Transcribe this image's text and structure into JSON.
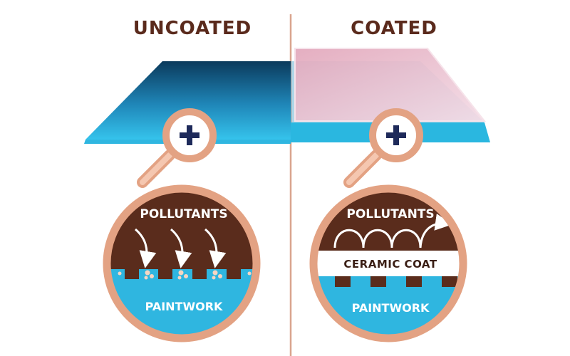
{
  "left": {
    "heading": "UNCOATED",
    "pollutants_label": "POLLUTANTS",
    "paintwork_label": "PAINTWORK"
  },
  "right": {
    "heading": "COATED",
    "pollutants_label": "POLLUTANTS",
    "coat_label": "CERAMIC COAT",
    "paintwork_label": "PAINTWORK"
  },
  "icons": {
    "magnifier": "magnifier-plus-icon",
    "arrow": "arrow-icon"
  },
  "colors": {
    "heading": "#5a2a1c",
    "panel_dark": "#0f4f74",
    "panel_light": "#2ab7e0",
    "coating": "#e8b7c8",
    "pollutant": "#5a2c1c",
    "paint": "#2fb6e0",
    "ring": "#e3a283",
    "divider": "#d9a58e"
  }
}
